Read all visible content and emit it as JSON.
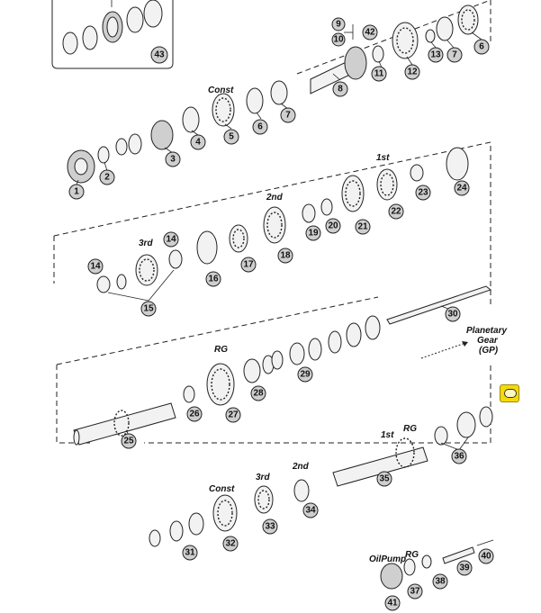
{
  "labels": {
    "const_top": "Const",
    "first_top": "1st",
    "second": "2nd",
    "third": "3rd",
    "rg_mid": "RG",
    "planetary_line1": "Planetary",
    "planetary_line2": "Gear",
    "planetary_line3": "(GP)",
    "first_bottom": "1st",
    "rg_bottom": "RG",
    "const_bottom": "Const",
    "third_bottom": "3rd",
    "second_bottom": "2nd",
    "oilpump": "OilPump",
    "rg_pump": "RG"
  },
  "callouts": [
    "1",
    "2",
    "3",
    "4",
    "5",
    "6",
    "7",
    "8",
    "9",
    "10",
    "11",
    "12",
    "13",
    "14",
    "14",
    "15",
    "16",
    "17",
    "18",
    "19",
    "20",
    "21",
    "22",
    "23",
    "24",
    "25",
    "26",
    "27",
    "28",
    "29",
    "30",
    "31",
    "32",
    "33",
    "34",
    "35",
    "36",
    "37",
    "38",
    "39",
    "40",
    "41",
    "42",
    "43"
  ],
  "note_icon": "comment-icon"
}
